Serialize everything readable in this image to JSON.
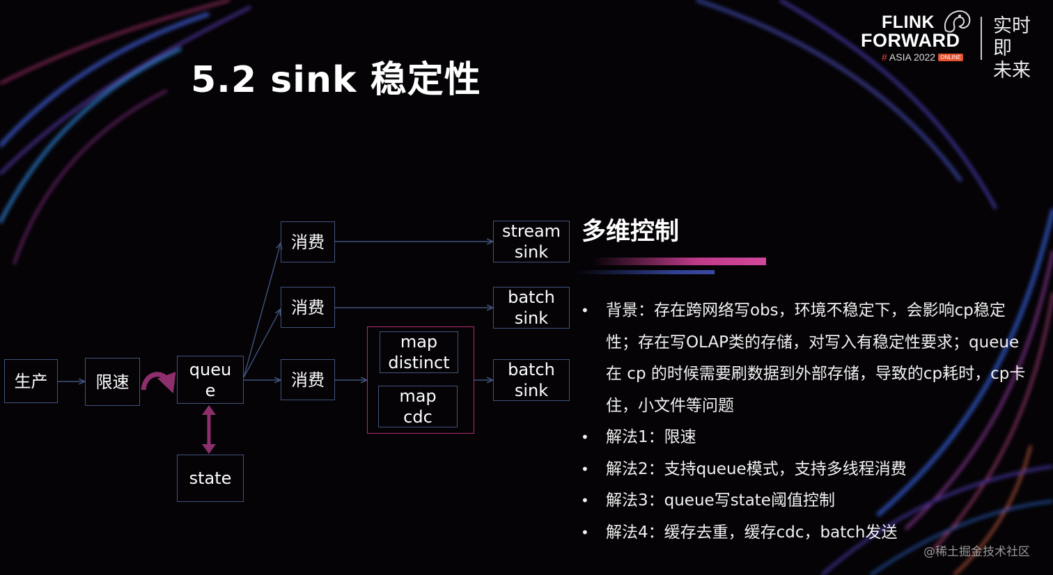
{
  "slide": {
    "title": "5.2 sink 稳定性"
  },
  "logo": {
    "line1": "FLINK",
    "line2": "FORWARD",
    "hash": "#",
    "edition": "ASIA 2022",
    "badge": "ONLINE",
    "cn_line1": "实时即",
    "cn_line2": "未来"
  },
  "diagram": {
    "nodes": {
      "produce": "生产",
      "ratelimit": "限速",
      "queue": "queu\ne",
      "state": "state",
      "consume1": "消费",
      "consume2": "消费",
      "consume3": "消费",
      "map_distinct": "map\ndistinct",
      "map_cdc": "map\ncdc",
      "stream_sink": "stream\nsink",
      "batch_sink1": "batch\nsink",
      "batch_sink2": "batch\nsink"
    },
    "colors": {
      "box_border": "#41557e",
      "group_border": "#b22e70",
      "accent_arrow": "#8e2f6d"
    }
  },
  "panel": {
    "title": "多维控制",
    "bullet_symbol": "•",
    "bullets": [
      "背景：存在跨网络写obs，环境不稳定下，会影响cp稳定性；存在写OLAP类的存储，对写入有稳定性要求；queue 在 cp 的时候需要刷数据到外部存储，导致的cp耗时，cp卡住，小文件等问题",
      "解法1：限速",
      "解法2：支持queue模式，支持多线程消费",
      "解法3：queue写state阈值控制",
      "解法4：缓存去重，缓存cdc，batch发送"
    ]
  },
  "watermark": "@稀土掘金技术社区"
}
